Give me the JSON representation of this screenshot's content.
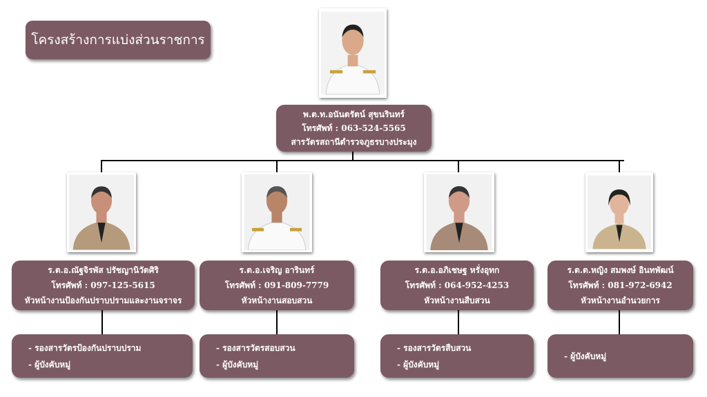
{
  "title": "โครงสร้างการแบ่งส่วนราชการ",
  "colors": {
    "box": "#7b5a63"
  },
  "head": {
    "name": "พ.ต.ท.อนันตรัตน์ สุขนรินทร์",
    "phone": "โทรศัพท์ : 063-524-5565",
    "position": "สารวัตรสถานีตำรวจภูธรบางประมุง"
  },
  "units": [
    {
      "name": "ร.ต.อ.ณัฐจิรพัส ปรัชญานิวัตศิริ",
      "phone": "โทรศัพท์ : 097-125-5615",
      "position": "หัวหน้างานป้องกันปราบปรามและงานจราจร",
      "subs": [
        "- รองสารวัตรป้องกันปราบปราม",
        "- ผู้บังคับหมู่"
      ]
    },
    {
      "name": "ร.ต.อ.เจริญ อารินทร์",
      "phone": "โทรศัพท์ : 091-809-7779",
      "position": "หัวหน้างานสอบสวน",
      "subs": [
        "- รองสารวัตรสอบสวน",
        "- ผู้บังคับหมู่"
      ]
    },
    {
      "name": "ร.ต.อ.อภิเชษฐ หรั่งอุทก",
      "phone": "โทรศัพท์ : 064-952-4253",
      "position": "หัวหน้างานสืบสวน",
      "subs": [
        "- รองสารวัตรสืบสวน",
        "- ผู้บังคับหมู่"
      ]
    },
    {
      "name": "ร.ต.ต.หญิง สมพงษ์ อินทพัฒน์",
      "phone": "โทรศัพท์ : 081-972-6942",
      "position": "หัวหน้างานอำนวยการ",
      "subs": [
        "- ผู้บังคับหมู่"
      ]
    }
  ]
}
